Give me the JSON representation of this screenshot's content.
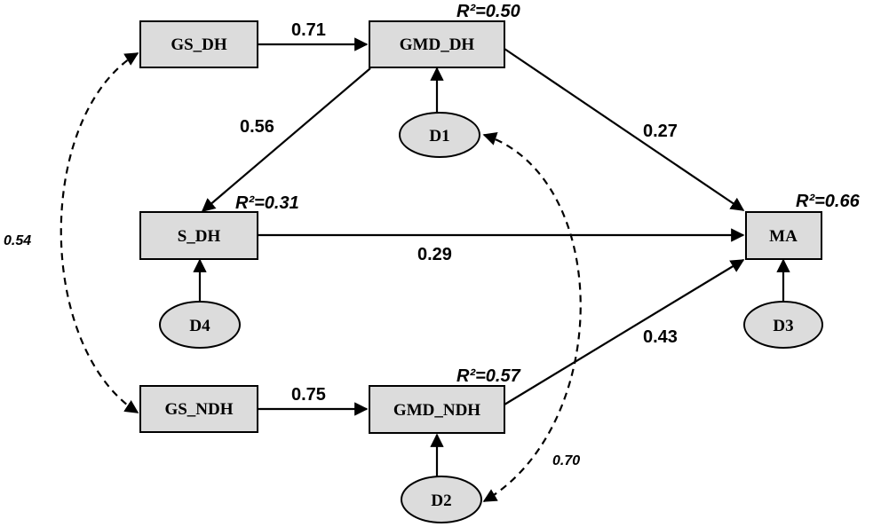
{
  "nodes": {
    "gs_dh": "GS_DH",
    "gmd_dh": "GMD_DH",
    "s_dh": "S_DH",
    "ma": "MA",
    "gs_ndh": "GS_NDH",
    "gmd_ndh": "GMD_NDH",
    "d1": "D1",
    "d2": "D2",
    "d3": "D3",
    "d4": "D4"
  },
  "r_squared": {
    "gmd_dh": "R²=0.50",
    "s_dh": "R²=0.31",
    "ma": "R²=0.66",
    "gmd_ndh": "R²=0.57"
  },
  "paths": {
    "gs_dh_to_gmd_dh": "0.71",
    "gmd_dh_to_s_dh": "0.56",
    "gmd_dh_to_ma": "0.27",
    "s_dh_to_ma": "0.29",
    "gs_ndh_to_gmd_ndh": "0.75",
    "gmd_ndh_to_ma": "0.43"
  },
  "correlations": {
    "gs_dh_gs_ndh": "0.54",
    "d1_d2": "0.70"
  }
}
